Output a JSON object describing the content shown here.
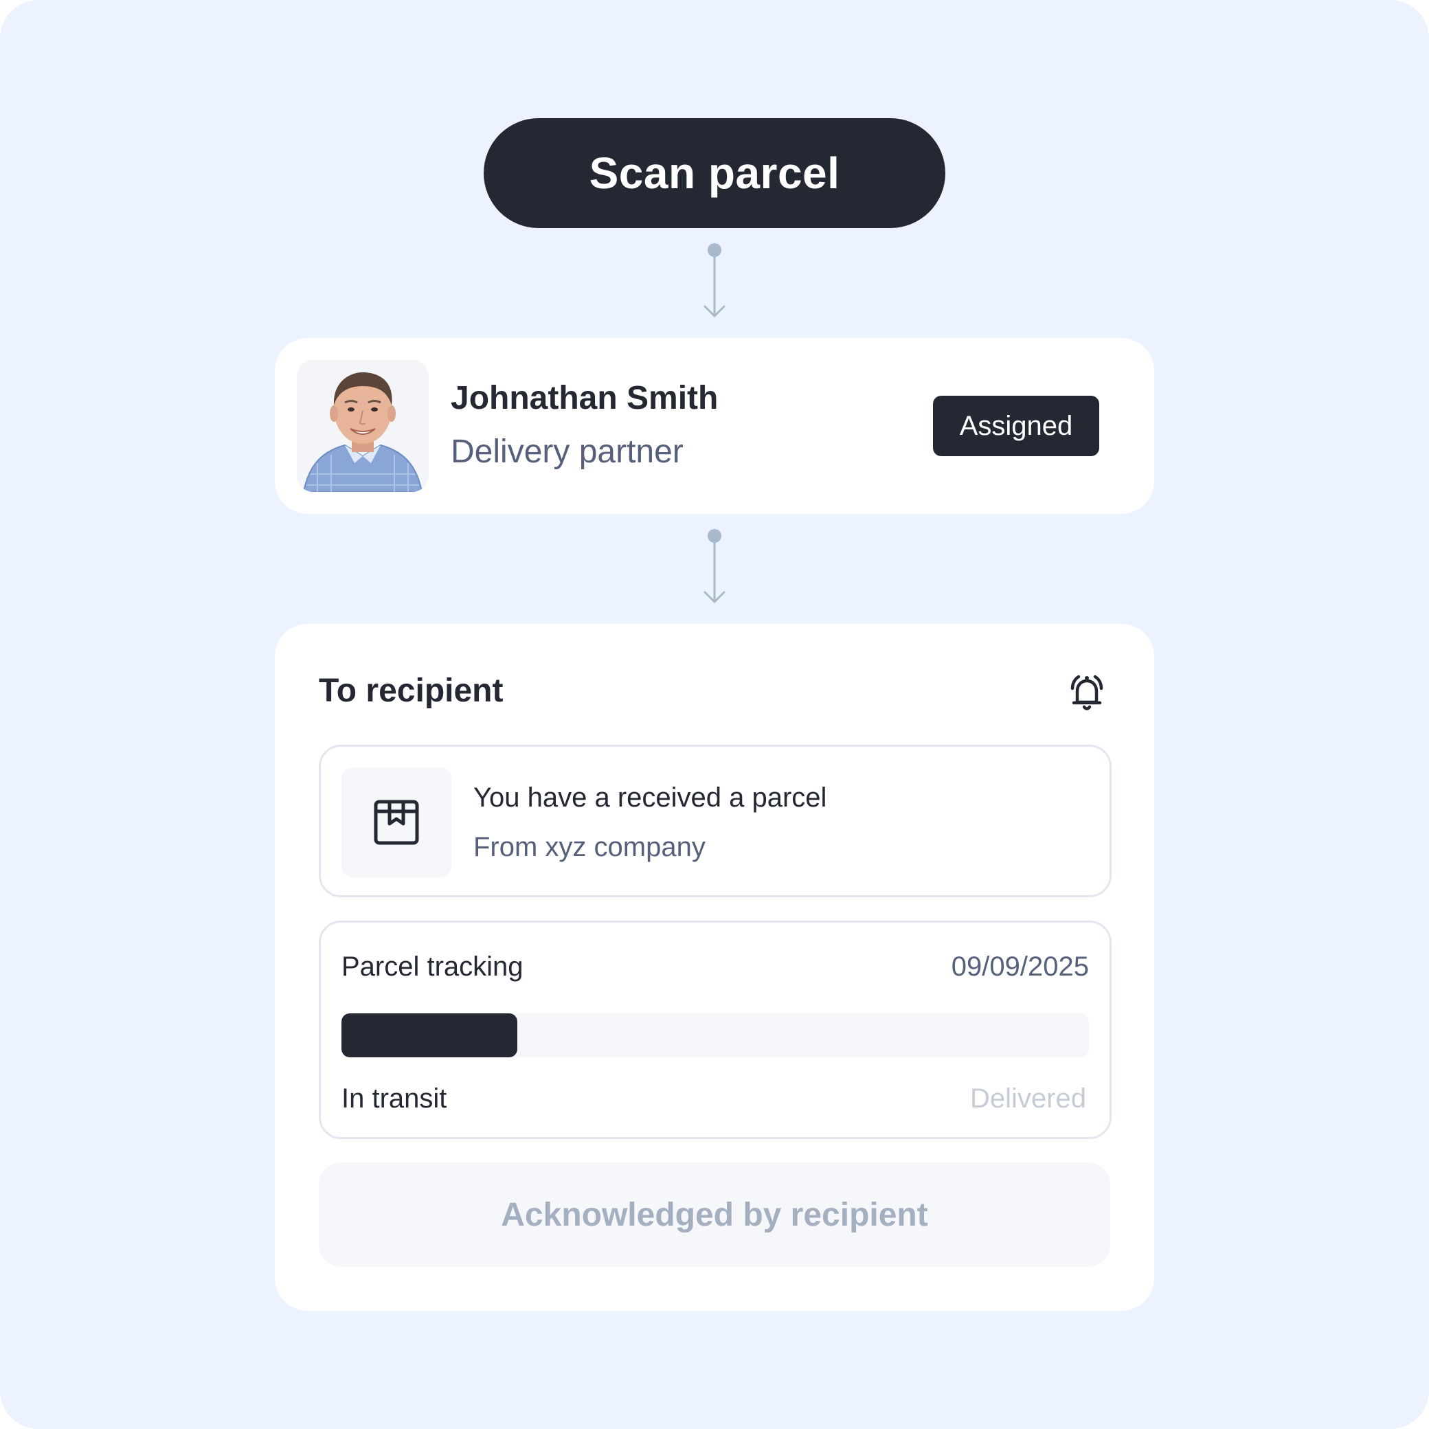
{
  "scan": {
    "label": "Scan parcel"
  },
  "partner": {
    "name": "Johnathan Smith",
    "role": "Delivery partner",
    "status": "Assigned",
    "avatar_icon": "avatar-photo"
  },
  "recipient": {
    "title": "To recipient",
    "bell_icon": "bell-ringing-icon",
    "notice": {
      "icon": "parcel-box-icon",
      "title": "You have a received a parcel",
      "subtitle": "From xyz company"
    },
    "tracking": {
      "label": "Parcel tracking",
      "date": "09/09/2025",
      "progress": 0.235,
      "stage_current": "In transit",
      "stage_final": "Delivered"
    },
    "acknowledge": {
      "label": "Acknowledged by recipient"
    }
  },
  "colors": {
    "background": "#ecf3fe",
    "primary": "#242833",
    "muted_text": "#56607a",
    "disabled_text": "#a4afc0",
    "connector": "#a9b8cc"
  }
}
